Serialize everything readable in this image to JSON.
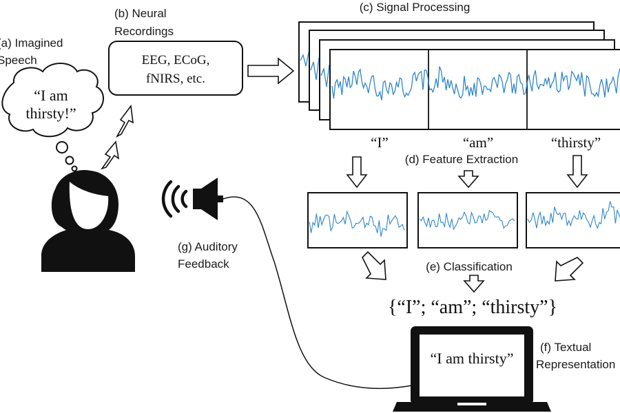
{
  "labels": {
    "a_line1": "(a) Imagined",
    "a_line2": "Speech",
    "b_line1": "(b) Neural",
    "b_line2": "Recordings",
    "c": "(c) Signal Processing",
    "d": "(d) Feature Extraction",
    "e": "(e) Classification",
    "f_line1": "(f) Textual",
    "f_line2": "Representation",
    "g_line1": "(g) Auditory",
    "g_line2": "Feedback"
  },
  "thought_bubble": {
    "line1": "“I am",
    "line2": "thirsty!”"
  },
  "recordings_box": {
    "line1": "EEG, ECoG,",
    "line2": "fNIRS, etc."
  },
  "segments": [
    "“I”",
    "“am”",
    "“thirsty”"
  ],
  "classification_result": "{“I”; “am”; “thirsty”}",
  "laptop_screen_text": "“I am thirsty”",
  "colors": {
    "signal": "#2e86c8",
    "ink": "#111111",
    "background": "#ffffff"
  },
  "icons": [
    "person-silhouette-icon",
    "thought-bubble-icon",
    "speaker-icon",
    "sound-waves-icon",
    "laptop-icon"
  ]
}
